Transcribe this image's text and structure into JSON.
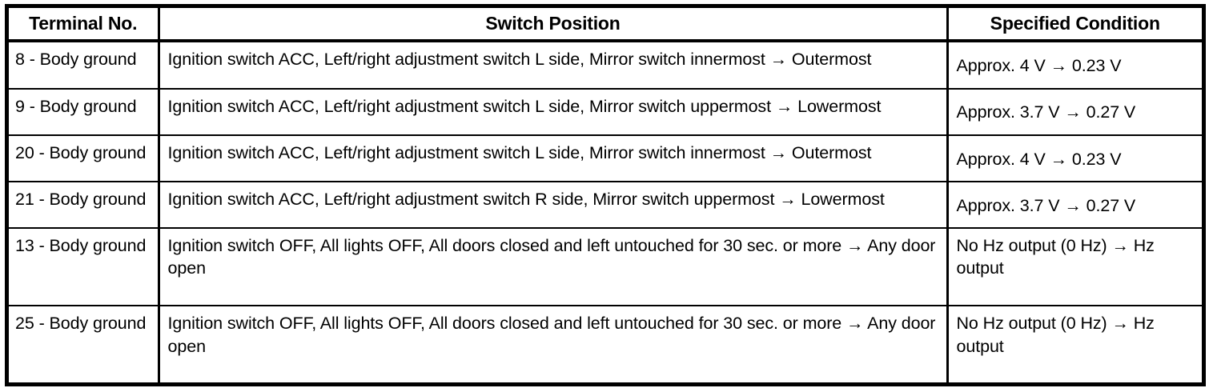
{
  "table": {
    "headers": [
      {
        "label": "Terminal No."
      },
      {
        "label": "Switch Position"
      },
      {
        "label": "Specified Condition"
      }
    ],
    "rows": [
      {
        "terminal": "8 - Body ground",
        "switch_position": "Ignition switch ACC, Left/right adjustment switch L side, Mirror switch innermost → Outermost",
        "specified_condition": "Approx. 4 V → 0.23 V"
      },
      {
        "terminal": "9 - Body ground",
        "switch_position": "Ignition switch ACC, Left/right adjustment switch L side, Mirror switch uppermost → Lowermost",
        "specified_condition": "Approx. 3.7 V → 0.27 V"
      },
      {
        "terminal": "20 - Body ground",
        "switch_position": "Ignition switch ACC, Left/right adjustment switch L side, Mirror switch innermost → Outermost",
        "specified_condition": "Approx. 4 V → 0.23 V"
      },
      {
        "terminal": "21 - Body ground",
        "switch_position": "Ignition switch ACC, Left/right adjustment switch R side, Mirror switch uppermost → Lowermost",
        "specified_condition": "Approx. 3.7 V → 0.27 V"
      },
      {
        "terminal": "13 - Body ground",
        "switch_position": "Ignition switch OFF, All lights OFF, All doors closed and left untouched for 30 sec. or more → Any door open",
        "specified_condition": "No Hz output (0 Hz) → Hz output"
      },
      {
        "terminal": "25 - Body ground",
        "switch_position": "Ignition switch OFF, All lights OFF, All doors closed and left untouched for 30 sec. or more → Any door open",
        "specified_condition": "No Hz output (0 Hz) → Hz output"
      }
    ]
  },
  "colors": {
    "border": "#000000",
    "text": "#000000",
    "background": "#ffffff"
  }
}
